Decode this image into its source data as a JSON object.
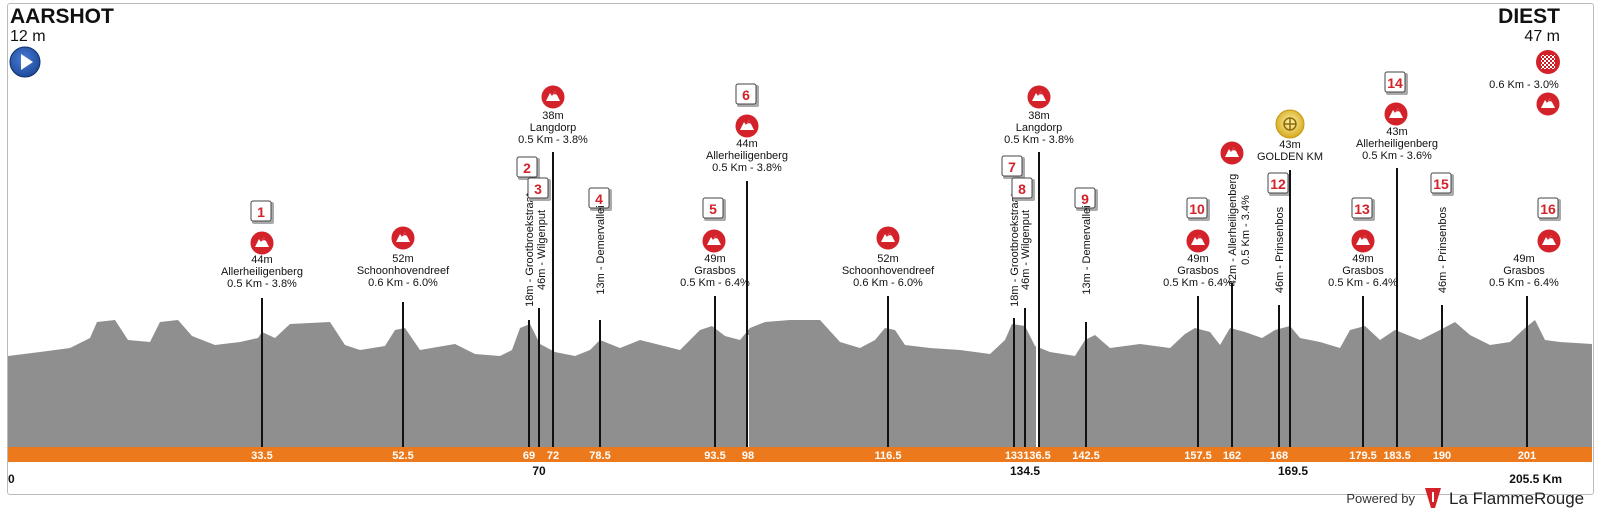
{
  "start": {
    "city": "AARSHOT",
    "altitude": "12 m"
  },
  "finish": {
    "city": "DIEST",
    "altitude": "47 m",
    "final_climb": "0.6 Km - 3.0%"
  },
  "axis": {
    "start_label": "0",
    "end_label": "205.5 Km",
    "top_labels": [
      "33.5",
      "52.5",
      "69",
      "72",
      "78.5",
      "93.5",
      "98",
      "116.5",
      "133",
      "136.5",
      "142.5",
      "157.5",
      "162",
      "168",
      "179.5",
      "183.5",
      "190",
      "201"
    ],
    "bottom_labels": [
      "70",
      "134.5",
      "169.5"
    ]
  },
  "climbs": [
    {
      "num": "1",
      "alt": "44m",
      "name": "Allerheiligenberg",
      "stat": "0.5 Km - 3.8%"
    },
    {
      "alt": "52m",
      "name": "Schoonhovendreef",
      "stat": "0.6 Km - 6.0%"
    },
    {
      "num": "2",
      "vlabel": "18m - Grootbroekstraat"
    },
    {
      "num": "3",
      "vlabel": "46m - Wilgenput"
    },
    {
      "alt": "38m",
      "name": "Langdorp",
      "stat": "0.5 Km - 3.8%"
    },
    {
      "num": "4",
      "vlabel": "13m - Demervallei"
    },
    {
      "num": "5",
      "alt": "49m",
      "name": "Grasbos",
      "stat": "0.5 Km - 6.4%"
    },
    {
      "num": "6",
      "alt": "44m",
      "name": "Allerheiligenberg",
      "stat": "0.5 Km - 3.8%"
    },
    {
      "alt": "52m",
      "name": "Schoonhovendreef",
      "stat": "0.6 Km - 6.0%"
    },
    {
      "num": "7",
      "vlabel": "18m - Grootbroekstraat"
    },
    {
      "num": "8",
      "vlabel": "46m - Wilgenput"
    },
    {
      "alt": "38m",
      "name": "Langdorp",
      "stat": "0.5 Km - 3.8%"
    },
    {
      "num": "9",
      "vlabel": "13m - Demervallei"
    },
    {
      "num": "10",
      "alt": "49m",
      "name": "Grasbos",
      "stat": "0.5 Km - 6.4%"
    },
    {
      "vlabel": "42m - Allerheiligenberg",
      "vlabel2": "0.5 Km - 3.4%"
    },
    {
      "num": "12",
      "vlabel": "46m - Prinsenbos"
    },
    {
      "alt": "43m",
      "name": "GOLDEN KM"
    },
    {
      "num": "13",
      "alt": "49m",
      "name": "Grasbos",
      "stat": "0.5 Km - 6.4%"
    },
    {
      "num": "14",
      "alt": "43m",
      "name": "Allerheiligenberg",
      "stat": "0.5 Km - 3.6%"
    },
    {
      "num": "15",
      "vlabel": "46m - Prinsenbos"
    },
    {
      "num": "16",
      "alt": "49m",
      "name": "Grasbos",
      "stat": "0.5 Km - 6.4%"
    }
  ],
  "branding": {
    "powered": "Powered by",
    "brand": "La FlammeRouge"
  },
  "colors": {
    "terrain": "#e8dcc6",
    "ridge": "#8f8f8f",
    "road": "#ec7a1c",
    "climb_red": "#d3222a",
    "cobble": "#999999"
  }
}
